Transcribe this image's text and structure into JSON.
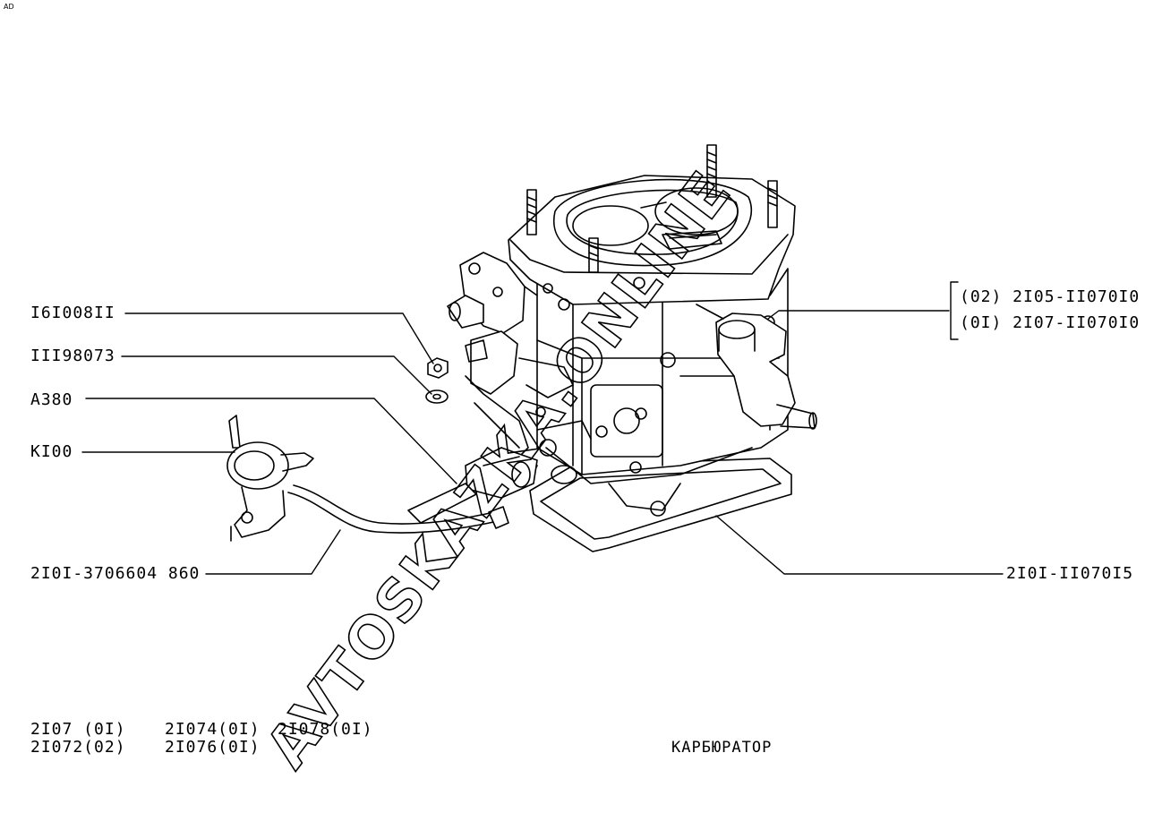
{
  "corner_mark": "AD",
  "callouts_left": [
    {
      "id": "nut",
      "label": "I6I008II"
    },
    {
      "id": "washer",
      "label": "III98073"
    },
    {
      "id": "a380",
      "label": "A380"
    },
    {
      "id": "k100",
      "label": "KI00"
    },
    {
      "id": "hose",
      "label": "2I0I-3706604 860"
    }
  ],
  "callouts_right": [
    {
      "id": "carb02",
      "label": "(02) 2I05-II070I0"
    },
    {
      "id": "carb01",
      "label": "(0I) 2I07-II070I0"
    },
    {
      "id": "gasket",
      "label": "2I0I-II070I5"
    }
  ],
  "models": {
    "col1": [
      "2I07 (0I)",
      "2I072(02)"
    ],
    "col2": [
      "2I074(0I)",
      "2I076(0I)"
    ],
    "col3": [
      "2I078(0I)"
    ]
  },
  "title": "КАРБЮРАТОР",
  "watermark": "AVTOSKAZKA.ONLINE",
  "colors": {
    "ink": "#000000",
    "paper": "#ffffff"
  }
}
